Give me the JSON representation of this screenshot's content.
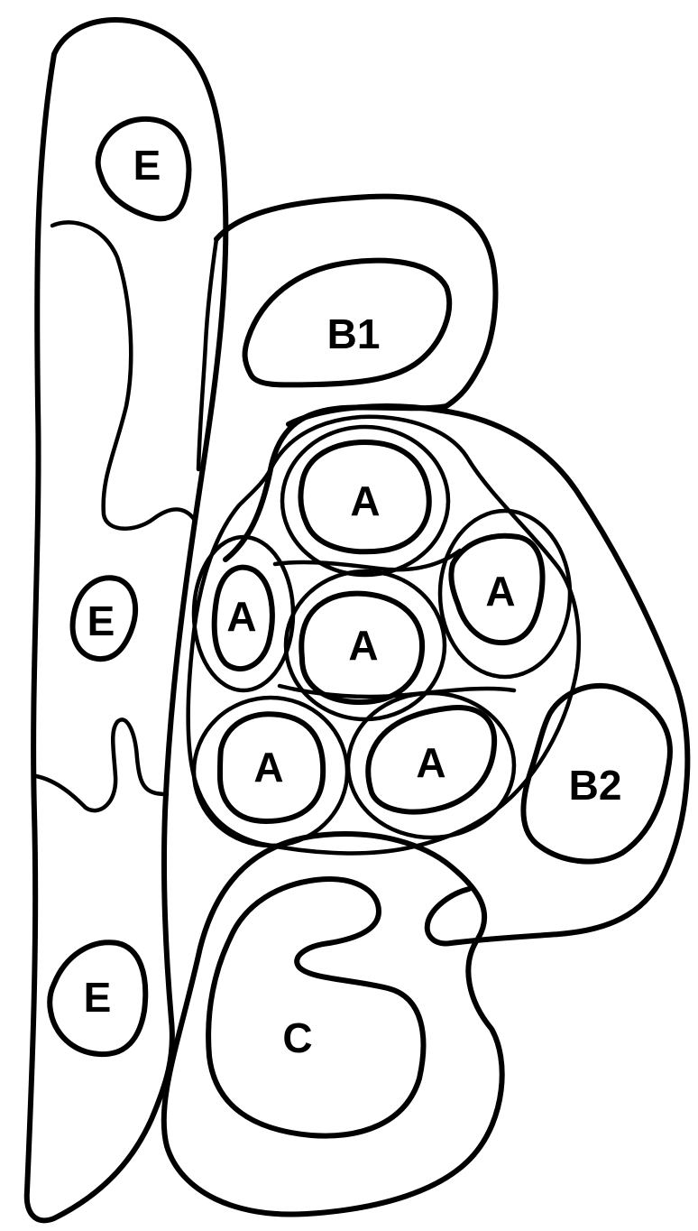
{
  "labels": {
    "e_top": "E",
    "e_middle": "E",
    "e_bottom": "E",
    "b1": "B1",
    "b2": "B2",
    "c": "C",
    "a_top": "A",
    "a_left": "A",
    "a_center": "A",
    "a_right": "A",
    "a_bottom_left": "A",
    "a_bottom_right": "A"
  },
  "colors": {
    "stroke": "#000000",
    "background": "#ffffff"
  }
}
